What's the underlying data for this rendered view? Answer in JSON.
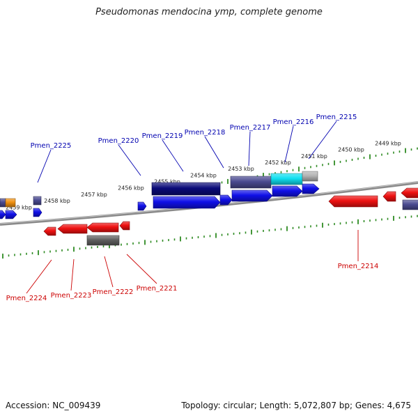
{
  "header": {
    "title": "Pseudomonas mendocina ymp, complete genome"
  },
  "footer": {
    "accession": "Accession: NC_009439",
    "topology": "Topology: circular; Length: 5,072,807 bp; Genes: 4,675"
  },
  "colors": {
    "backbone": "#8a8a8a",
    "tick": "#2e8b22",
    "plus_label": "#0000b0",
    "minus_label": "#cc0000",
    "gene_blue": "#1010e8",
    "gene_red": "#ee1111",
    "gene_navy": "#0a0a78",
    "gene_slate": "#4a4a90",
    "gene_cyan": "#10e0f0",
    "gene_gray": "#b4b4b4",
    "gene_dark_gray": "#606060",
    "gene_orange": "#f09010"
  },
  "kbp_labels": [
    "2459 kbp",
    "2458 kbp",
    "2457 kbp",
    "2456 kbp",
    "2455 kbp",
    "2454 kbp",
    "2453 kbp",
    "2452 kbp",
    "2451 kbp",
    "2450 kbp",
    "2449 kbp"
  ],
  "plus_genes": [
    "Pmen_2225",
    "Pmen_2220",
    "Pmen_2219",
    "Pmen_2218",
    "Pmen_2217",
    "Pmen_2216",
    "Pmen_2215"
  ],
  "minus_genes": [
    "Pmen_2224",
    "Pmen_2223",
    "Pmen_2222",
    "Pmen_2221",
    "Pmen_2214"
  ]
}
